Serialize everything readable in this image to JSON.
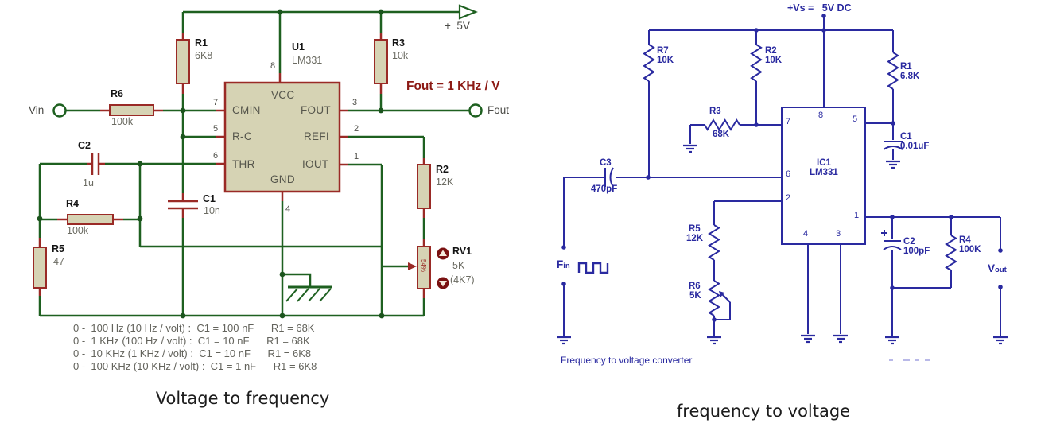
{
  "left": {
    "caption": "Voltage to frequency",
    "formula": "Fout = 1 KHz / V",
    "supply": "+  5V",
    "vin": "Vin",
    "fout": "Fout",
    "u1": {
      "ref": "U1",
      "part": "LM331"
    },
    "r1": {
      "ref": "R1",
      "val": "6K8"
    },
    "r2": {
      "ref": "R2",
      "val": "12K"
    },
    "r3": {
      "ref": "R3",
      "val": "10k"
    },
    "r4": {
      "ref": "R4",
      "val": "100k"
    },
    "r5": {
      "ref": "R5",
      "val": "47"
    },
    "r6": {
      "ref": "R6",
      "val": "100k"
    },
    "c1": {
      "ref": "C1",
      "val": "10n"
    },
    "c2": {
      "ref": "C2",
      "val": "1u"
    },
    "rv1": {
      "ref": "RV1",
      "val": "5K",
      "alt": "(4K7)",
      "setting": "54%"
    },
    "chip_pins": {
      "vcc": "VCC",
      "cmin": "CMIN",
      "rc": "R-C",
      "thr": "THR",
      "gnd": "GND",
      "fout": "FOUT",
      "refi": "REFI",
      "iout": "IOUT"
    },
    "pins": {
      "p1": "1",
      "p2": "2",
      "p3": "3",
      "p4": "4",
      "p5": "5",
      "p6": "6",
      "p7": "7",
      "p8": "8"
    },
    "table": [
      "0 -  100 Hz (10 Hz / volt) :  C1 = 100 nF      R1 = 68K",
      "0 -  1 KHz (100 Hz / volt) :  C1 = 10 nF      R1 = 68K",
      "0 -  10 KHz (1 KHz / volt) :  C1 = 10 nF      R1 = 6K8",
      "0 -  100 KHz (10 KHz / volt) :  C1 = 1 nF      R1 = 6K8"
    ]
  },
  "right": {
    "caption": "frequency to voltage",
    "subtitle": "Frequency to voltage converter",
    "supply": "+Vs =   5V DC",
    "fin_label": "F",
    "fin_sub": "in",
    "vout_label": "V",
    "vout_sub": "out",
    "ic": {
      "ref": "IC1",
      "part": "LM331"
    },
    "r1": {
      "ref": "R1",
      "val": "6.8K"
    },
    "r2": {
      "ref": "R2",
      "val": "10K"
    },
    "r3": {
      "ref": "R3",
      "val": "68K"
    },
    "r4": {
      "ref": "R4",
      "val": "100K"
    },
    "r5": {
      "ref": "R5",
      "val": "12K"
    },
    "r6": {
      "ref": "R6",
      "val": "5K"
    },
    "r7": {
      "ref": "R7",
      "val": "10K"
    },
    "c1": {
      "ref": "C1",
      "val": "0.01uF"
    },
    "c2": {
      "ref": "C2",
      "val": "100pF"
    },
    "c3": {
      "ref": "C3",
      "val": "470pF"
    },
    "pins": {
      "p1": "1",
      "p2": "2",
      "p3": "3",
      "p4": "4",
      "p5": "5",
      "p6": "6",
      "p7": "7",
      "p8": "8"
    }
  },
  "colors": {
    "wire_green": "#1e6020",
    "stub_red": "#9a2a26",
    "body_beige": "#d6d3b4",
    "blue": "#2a2aa0",
    "formula_red": "#8c1a15",
    "button_red": "#7a1111"
  }
}
